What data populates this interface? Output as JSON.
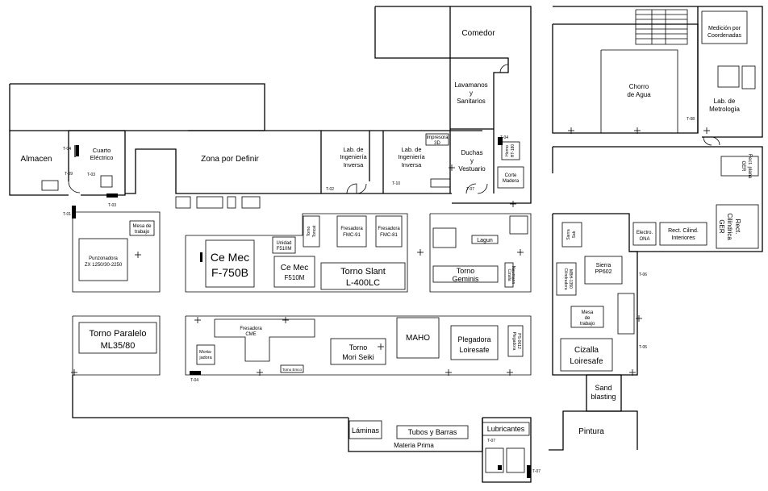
{
  "rooms": {
    "comedor": "Comedor",
    "lavamanos": [
      "Lavamanos",
      "y",
      "Sanitarios"
    ],
    "almacen": "Almacen",
    "cuarto_electrico": [
      "Cuarto",
      "Eléctrico"
    ],
    "zona_por_definir": "Zona por Definir",
    "lab_ing_inversa_1": [
      "Lab. de",
      "Ingeniería",
      "Inversa"
    ],
    "lab_ing_inversa_2": [
      "Lab. de",
      "Ingeniería",
      "Inversa"
    ],
    "impresora_3d": [
      "Impresora",
      "3D"
    ],
    "duchas": [
      "Duchas",
      "y",
      "Vestuario"
    ],
    "chorro_de_agua": [
      "Chorro",
      "de Agua"
    ],
    "medicion": [
      "Medición por",
      "Coordenadas"
    ],
    "lab_metrologia": [
      "Lab. de",
      "Metrología"
    ],
    "sand_blasting": [
      "Sand",
      "blasting"
    ],
    "pintura": "Pintura",
    "materia_prima": "Materia Prima"
  },
  "machines": {
    "mesa_de_trabajo_1": [
      "Mesa de",
      "trabajo"
    ],
    "punzonadora": [
      "Punzonadora",
      "ZX 1250/30-2250"
    ],
    "ce_mec_750": [
      "Ce Mec",
      "F-750B"
    ],
    "unidad_f510m": [
      "Unidad",
      "F510M"
    ],
    "ce_mec_510": [
      "Ce Mec",
      "F510M"
    ],
    "torno_toncat": [
      "Torno",
      "Toncat"
    ],
    "fresadora_fmc91": [
      "Fresadora",
      "FMC-91"
    ],
    "fresadora_fmc81": [
      "Fresadora",
      "FMC-81"
    ],
    "torno_slant": [
      "Torno Slant",
      "L-400LC"
    ],
    "torno_geminis": [
      "Torno",
      "Geminis"
    ],
    "lagun": "Lagun",
    "torno_paralelo": [
      "Torno Paralelo",
      "ML35/80"
    ],
    "fresadora_cme": [
      "Fresadora",
      "CME"
    ],
    "mortajadora": [
      "Morta-",
      "jadora"
    ],
    "torno_mori_seiki": [
      "Torno",
      "Mori Seiki"
    ],
    "maho": "MAHO",
    "plegadora": [
      "Plegadora",
      "Loiresafe"
    ],
    "sierra_pp602": [
      "Sierra",
      "PP602"
    ],
    "mesa_de_trabajo_2": [
      "Mesa",
      "de",
      "trabajo"
    ],
    "cizalla_loiresafe": [
      "Cizalla",
      "Loiresafe"
    ],
    "electro_ona": [
      "Electro.",
      "ONA"
    ],
    "rect_cilind_interiores": [
      "Rect. Cilind.",
      "Interiores"
    ],
    "rect_cilindrica_ger": [
      "Rect.",
      "Cilíndrica",
      "GER"
    ],
    "rect_plana_ger": [
      "Rect. plana",
      "GER"
    ],
    "corte_madera": [
      "Corte",
      "Madera"
    ],
    "laminas": "Láminas",
    "tubos_y_barras": "Tubos y Barras",
    "lubricantes": "Lubricantes"
  },
  "small_labels": {
    "torno_emco": "Torno Emco",
    "plegadora_v": [
      "Plegadora",
      "PS-0612"
    ],
    "cizalla_v": [
      "Cizalla",
      "Newmann"
    ],
    "cilindradora_v": [
      "Cilindradora",
      "MBH-1350"
    ],
    "sierra_sab": [
      "Sierra",
      "Sab"
    ],
    "horno": [
      "Horno",
      "HT-180"
    ]
  },
  "tags": [
    "T-01",
    "T-02",
    "T-03",
    "T-04",
    "T-05",
    "T-06",
    "T-07",
    "T-08",
    "T-09",
    "T-10",
    "T-03",
    "T-04",
    "T-07",
    "T-07",
    "T-04"
  ]
}
